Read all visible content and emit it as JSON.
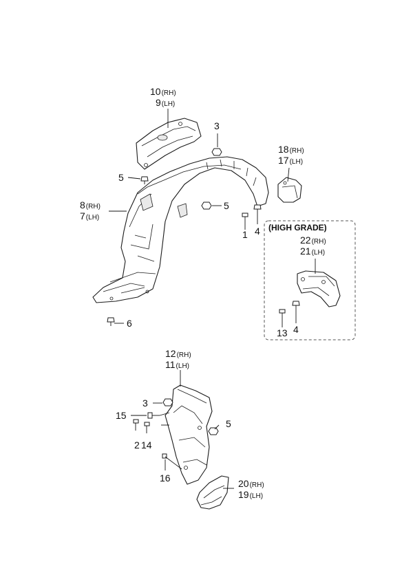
{
  "variant": {
    "label": "(HIGH GRADE)"
  },
  "labels": [
    {
      "id": "p10",
      "num": "10",
      "side": "(RH)"
    },
    {
      "id": "p9",
      "num": "9",
      "side": "(LH)"
    },
    {
      "id": "p3a",
      "num": "3",
      "side": ""
    },
    {
      "id": "p18",
      "num": "18",
      "side": "(RH)"
    },
    {
      "id": "p17",
      "num": "17",
      "side": "(LH)"
    },
    {
      "id": "p5a",
      "num": "5",
      "side": ""
    },
    {
      "id": "p5b",
      "num": "5",
      "side": ""
    },
    {
      "id": "p8",
      "num": "8",
      "side": "(RH)"
    },
    {
      "id": "p7",
      "num": "7",
      "side": "(LH)"
    },
    {
      "id": "p1",
      "num": "1",
      "side": ""
    },
    {
      "id": "p4a",
      "num": "4",
      "side": ""
    },
    {
      "id": "p22",
      "num": "22",
      "side": "(RH)"
    },
    {
      "id": "p21",
      "num": "21",
      "side": "(LH)"
    },
    {
      "id": "p13",
      "num": "13",
      "side": ""
    },
    {
      "id": "p4b",
      "num": "4",
      "side": ""
    },
    {
      "id": "p6",
      "num": "6",
      "side": ""
    },
    {
      "id": "p12",
      "num": "12",
      "side": "(RH)"
    },
    {
      "id": "p11",
      "num": "11",
      "side": "(LH)"
    },
    {
      "id": "p3b",
      "num": "3",
      "side": ""
    },
    {
      "id": "p15",
      "num": "15",
      "side": ""
    },
    {
      "id": "p5c",
      "num": "5",
      "side": ""
    },
    {
      "id": "p2",
      "num": "2",
      "side": ""
    },
    {
      "id": "p14",
      "num": "14",
      "side": ""
    },
    {
      "id": "p16",
      "num": "16",
      "side": ""
    },
    {
      "id": "p20",
      "num": "20",
      "side": "(RH)"
    },
    {
      "id": "p19",
      "num": "19",
      "side": "(LH)"
    }
  ]
}
